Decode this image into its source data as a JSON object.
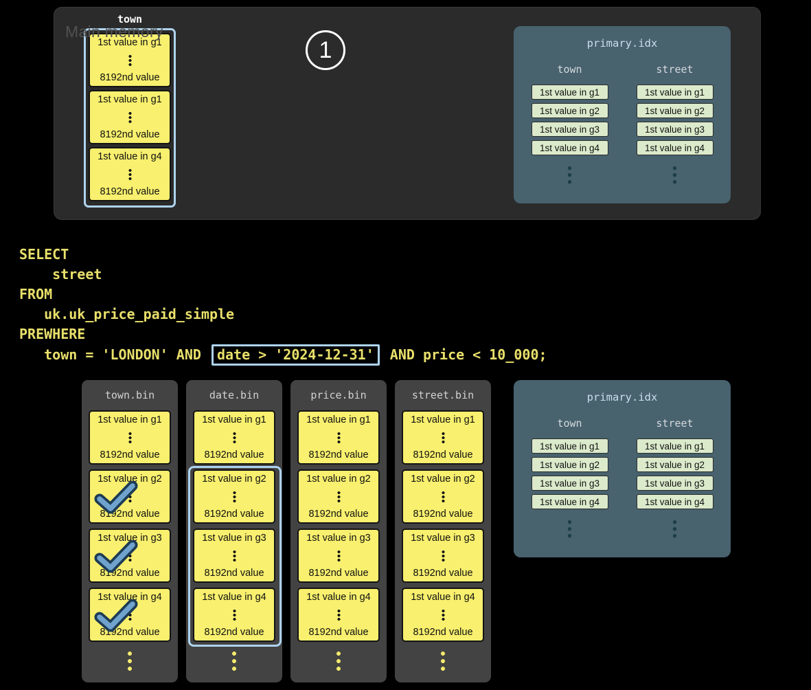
{
  "colors": {
    "background": "#000000",
    "memory_panel_gray": "#2b2b2b",
    "bin_panel_gray": "#434343",
    "granule_yellow": "#f8f06e",
    "highlight_blue": "#aed3ee",
    "idx_panel_slate": "#48626e",
    "idx_cell_green": "#dbeacb",
    "code_yellow": "#e9e06b",
    "checkmark_blue": "#6fa3cd"
  },
  "main_memory": {
    "label": "Main memory",
    "step_number": "1",
    "column": {
      "header": "town",
      "blocks": [
        {
          "top": "1st value in g1",
          "bottom": "8192nd value"
        },
        {
          "top": "1st value in g1",
          "bottom": "8192nd value"
        },
        {
          "top": "1st value in g4",
          "bottom": "8192nd value"
        }
      ]
    }
  },
  "sql": {
    "lines": [
      "SELECT",
      "    street",
      "FROM",
      "   uk.uk_price_paid_simple",
      "PREWHERE"
    ],
    "last_line": {
      "pre": "   town = 'LONDON' AND ",
      "highlight": "date > '2024-12-31'",
      "post": " AND price < 10_000;"
    }
  },
  "primary_idx": {
    "title": "primary.idx",
    "columns": [
      {
        "header": "town",
        "cells": [
          "1st value in g1",
          "1st value in g2",
          "1st value in g3",
          "1st value in g4"
        ]
      },
      {
        "header": "street",
        "cells": [
          "1st value in g1",
          "1st value in g2",
          "1st value in g3",
          "1st value in g4"
        ]
      }
    ]
  },
  "bins": [
    {
      "name": "town.bin",
      "blocks": [
        {
          "top": "1st value in g1",
          "bottom": "8192nd value",
          "checked": false
        },
        {
          "top": "1st value in g2",
          "bottom": "8192nd value",
          "checked": true
        },
        {
          "top": "1st value in g3",
          "bottom": "8192nd value",
          "checked": true
        },
        {
          "top": "1st value in g4",
          "bottom": "8192nd value",
          "checked": true
        }
      ]
    },
    {
      "name": "date.bin",
      "highlighted_blocks": [
        "g2",
        "g3",
        "g4"
      ],
      "blocks": [
        {
          "top": "1st value in g1",
          "bottom": "8192nd value",
          "checked": false
        },
        {
          "top": "1st value in g2",
          "bottom": "8192nd value",
          "checked": false
        },
        {
          "top": "1st value in g3",
          "bottom": "8192nd value",
          "checked": false
        },
        {
          "top": "1st value in g4",
          "bottom": "8192nd value",
          "checked": false
        }
      ]
    },
    {
      "name": "price.bin",
      "blocks": [
        {
          "top": "1st value in g1",
          "bottom": "8192nd value",
          "checked": false
        },
        {
          "top": "1st value in g2",
          "bottom": "8192nd value",
          "checked": false
        },
        {
          "top": "1st value in g3",
          "bottom": "8192nd value",
          "checked": false
        },
        {
          "top": "1st value in g4",
          "bottom": "8192nd value",
          "checked": false
        }
      ]
    },
    {
      "name": "street.bin",
      "blocks": [
        {
          "top": "1st value in g1",
          "bottom": "8192nd value",
          "checked": false
        },
        {
          "top": "1st value in g2",
          "bottom": "8192nd value",
          "checked": false
        },
        {
          "top": "1st value in g3",
          "bottom": "8192nd value",
          "checked": false
        },
        {
          "top": "1st value in g4",
          "bottom": "8192nd value",
          "checked": false
        }
      ]
    }
  ]
}
